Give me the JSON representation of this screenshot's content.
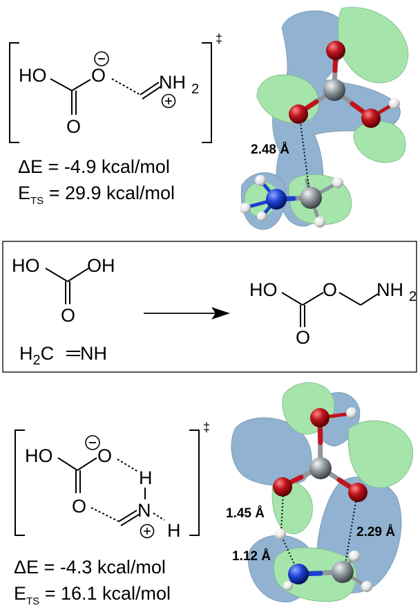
{
  "ts_symbol": "‡",
  "top": {
    "formula": {
      "ho": "HO",
      "o_ether": "O",
      "o_carbonyl": "O",
      "minus": "−",
      "plus": "+",
      "nh": "NH",
      "sub2": "2"
    },
    "delta_e": "ΔE = -4.9 kcal/mol",
    "e_ts_prefix": "E",
    "e_ts_sub": "TS",
    "e_ts_value": " = 29.9 kcal/mol",
    "distance": "2.48 Å"
  },
  "middle": {
    "reactant_ho": "HO",
    "reactant_oh": "OH",
    "reactant_o": "O",
    "imine_h": "H",
    "imine_sub2": "2",
    "imine_c": "C",
    "imine_eq": "=",
    "imine_nh": "NH",
    "product_ho": "HO",
    "product_o_ether": "O",
    "product_o_carbonyl": "O",
    "product_nh": "NH",
    "product_sub2": "2"
  },
  "bottom": {
    "formula": {
      "ho": "HO",
      "o_ether": "O",
      "o_carbonyl": "O",
      "minus": "−",
      "plus": "+",
      "n": "N",
      "h_top": "H",
      "h_right": "H"
    },
    "delta_e": "ΔE = -4.3 kcal/mol",
    "e_ts_prefix": "E",
    "e_ts_sub": "TS",
    "e_ts_value": " = 16.1 kcal/mol",
    "distances": [
      "1.45 Å",
      "2.29 Å",
      "1.12 Å"
    ]
  },
  "colors": {
    "orbital_blue": "#4f86b5",
    "orbital_green": "#6fd67a",
    "oxygen": "#c0141c",
    "carbon": "#8e979c",
    "nitrogen": "#1c3fd0",
    "hydrogen": "#f2f2f2"
  }
}
